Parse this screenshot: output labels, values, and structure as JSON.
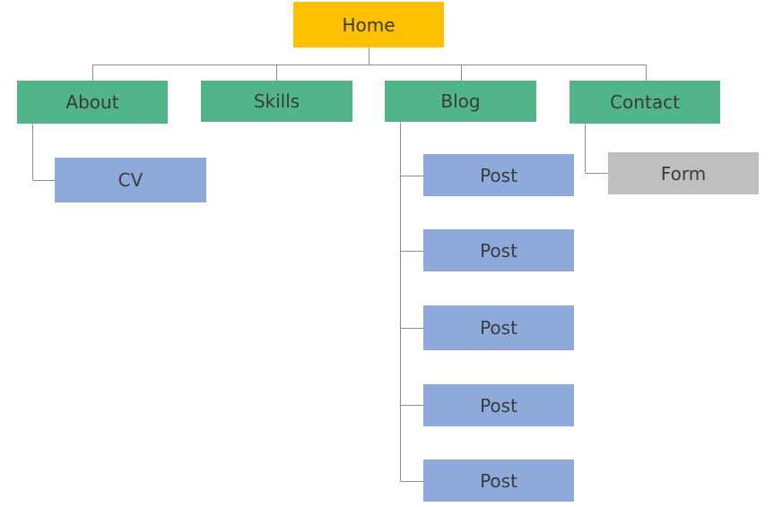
{
  "colors": {
    "home": "#FFC000",
    "section": "#52B589",
    "child": "#8EAADB",
    "form": "#BFBFBF",
    "connector": "#8C8C8C",
    "text": "#3A3A3A"
  },
  "sitemap": {
    "home": {
      "label": "Home"
    },
    "sections": [
      {
        "label": "About",
        "children": [
          {
            "label": "CV"
          }
        ]
      },
      {
        "label": "Skills",
        "children": []
      },
      {
        "label": "Blog",
        "children": [
          {
            "label": "Post"
          },
          {
            "label": "Post"
          },
          {
            "label": "Post"
          },
          {
            "label": "Post"
          },
          {
            "label": "Post"
          }
        ]
      },
      {
        "label": "Contact",
        "children": [
          {
            "label": "Form"
          }
        ]
      }
    ]
  }
}
